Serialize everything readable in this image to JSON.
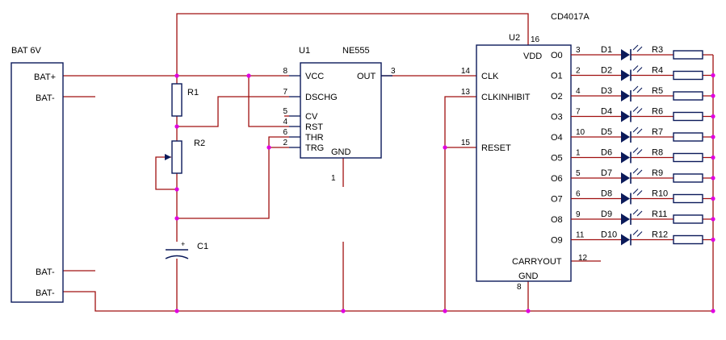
{
  "battery": {
    "name": "BAT 6V",
    "pins": [
      "BAT+",
      "BAT-",
      "BAT-",
      "BAT-"
    ]
  },
  "timer": {
    "ref": "U1",
    "part": "NE555",
    "pins_left": [
      {
        "num": "8",
        "name": "VCC"
      },
      {
        "num": "7",
        "name": "DSCHG"
      },
      {
        "num": "5",
        "name": "CV"
      },
      {
        "num": "4",
        "name": "RST"
      },
      {
        "num": "6",
        "name": "THR"
      },
      {
        "num": "2",
        "name": "TRG"
      }
    ],
    "out": {
      "num": "3",
      "name": "OUT"
    },
    "gnd": {
      "num": "1",
      "name": "GND"
    }
  },
  "counter": {
    "ref": "U2",
    "part": "CD4017A",
    "vdd": {
      "num": "16",
      "name": "VDD"
    },
    "gnd": {
      "num": "8",
      "name": "GND"
    },
    "left_pins": [
      {
        "num": "14",
        "name": "CLK"
      },
      {
        "num": "13",
        "name": "CLKINHIBIT"
      },
      {
        "num": "15",
        "name": "RESET"
      }
    ],
    "outputs": [
      {
        "name": "O0",
        "num": "3",
        "diode": "D1",
        "resistor": "R3"
      },
      {
        "name": "O1",
        "num": "2",
        "diode": "D2",
        "resistor": "R4"
      },
      {
        "name": "O2",
        "num": "4",
        "diode": "D3",
        "resistor": "R5"
      },
      {
        "name": "O3",
        "num": "7",
        "diode": "D4",
        "resistor": "R6"
      },
      {
        "name": "O4",
        "num": "10",
        "diode": "D5",
        "resistor": "R7"
      },
      {
        "name": "O5",
        "num": "1",
        "diode": "D6",
        "resistor": "R8"
      },
      {
        "name": "O6",
        "num": "5",
        "diode": "D7",
        "resistor": "R9"
      },
      {
        "name": "O7",
        "num": "6",
        "diode": "D8",
        "resistor": "R10"
      },
      {
        "name": "O8",
        "num": "9",
        "diode": "D9",
        "resistor": "R11"
      },
      {
        "name": "O9",
        "num": "11",
        "diode": "D10",
        "resistor": "R12"
      }
    ],
    "carryout": {
      "num": "12",
      "name": "CARRYOUT"
    }
  },
  "passives": {
    "r1": "R1",
    "r2": "R2",
    "c1": "C1",
    "c1_polarity": "+"
  },
  "colors": {
    "wire": "#a01010",
    "body": "#0b1a5a",
    "junction": "#e000e0"
  }
}
